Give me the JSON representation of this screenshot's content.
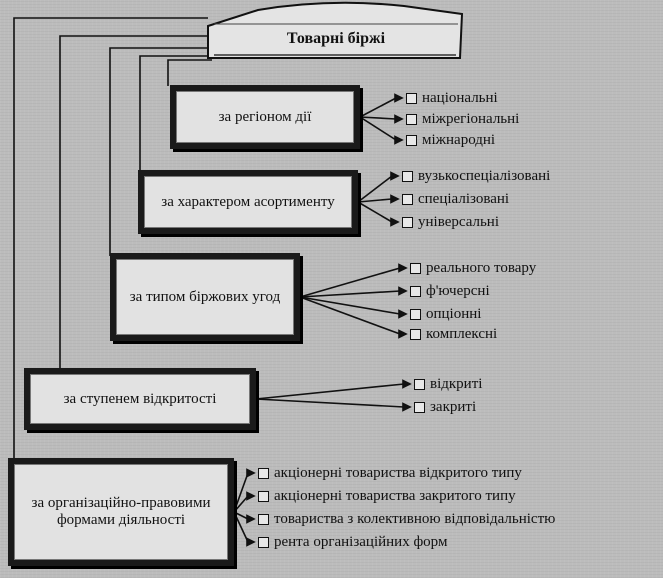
{
  "title": "Товарні біржі",
  "categories": [
    {
      "label": "за регіоном дії",
      "items": [
        "національні",
        "міжрегіональні",
        "міжнародні"
      ]
    },
    {
      "label": "за характером асортименту",
      "items": [
        "вузькоспеціалізовані",
        "спеціалізовані",
        "універсальні"
      ]
    },
    {
      "label": "за типом біржових угод",
      "items": [
        "реального товару",
        "ф'ючерсні",
        "опціонні",
        "комплексні"
      ]
    },
    {
      "label": "за ступенем відкритості",
      "items": [
        "відкриті",
        "закриті"
      ]
    },
    {
      "label": "за організаційно-правовими формами діяльності",
      "items": [
        "акціонерні товариства відкритого типу",
        "акціонерні товариства закритого типу",
        "товариства з колективною відповідальністю",
        "рента організаційних форм"
      ]
    }
  ]
}
